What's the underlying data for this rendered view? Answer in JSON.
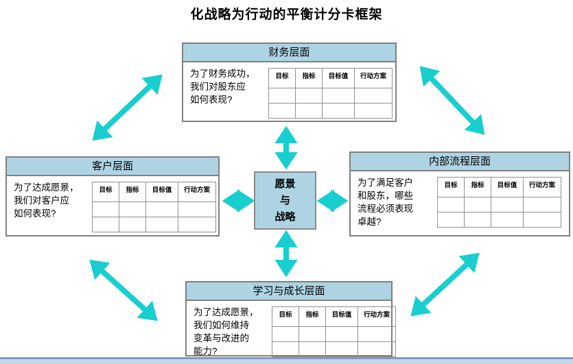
{
  "title": "化战略为行动的平衡计分卡框架",
  "center_box": {
    "text": "愿景\n与\n战略"
  },
  "table_columns": [
    "目标",
    "指标",
    "目标值",
    "行动方案"
  ],
  "perspectives": {
    "financial": {
      "title": "财务层面",
      "question": "为了财务成功，\n我们对股东应\n如何表现?"
    },
    "customer": {
      "title": "客户层面",
      "question": "为了达成愿景，\n我们对客户应\n如何表现?"
    },
    "internal_process": {
      "title": "内部流程层面",
      "question": "为了满足客户\n和股东，哪些\n流程必须表现\n卓越?"
    },
    "learning_growth": {
      "title": "学习与成长层面",
      "question": "为了达成愿景，\n我们如何维持\n变革与改进的\n能力?"
    }
  },
  "colors": {
    "arrow": "#19CECE",
    "header_fill": "#AED4E4",
    "box_border": "#7F7F7F",
    "footer_bar_top": "#7E9CC2",
    "footer_bar_fill": "#C9D5E3"
  }
}
